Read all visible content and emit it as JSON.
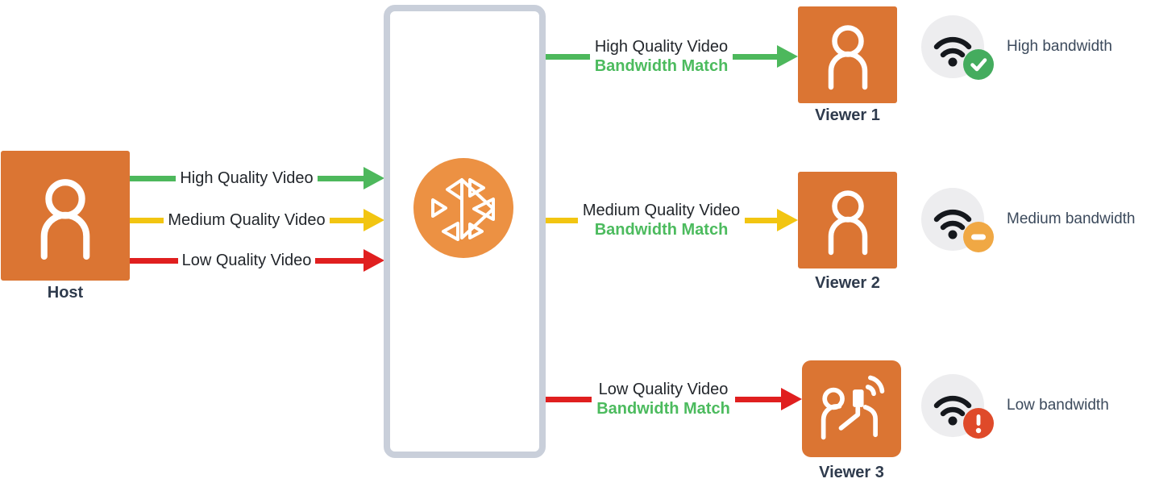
{
  "diagram": {
    "host": {
      "label": "Host"
    },
    "ingest": [
      {
        "label": "High Quality Video"
      },
      {
        "label": "Medium Quality Video"
      },
      {
        "label": "Low Quality Video"
      }
    ],
    "egress": [
      {
        "quality": "High Quality Video",
        "match": "Bandwidth Match"
      },
      {
        "quality": "Medium Quality Video",
        "match": "Bandwidth Match"
      },
      {
        "quality": "Low Quality Video",
        "match": "Bandwidth Match"
      }
    ],
    "viewers": [
      {
        "label": "Viewer 1",
        "bandwidth": "High bandwidth",
        "status": "check"
      },
      {
        "label": "Viewer 2",
        "bandwidth": "Medium bandwidth",
        "status": "minus"
      },
      {
        "label": "Viewer 3",
        "bandwidth": "Low bandwidth",
        "status": "alert"
      }
    ],
    "colors": {
      "node_orange": "#DB7533",
      "service_icon_orange": "#EC9143",
      "service_border_gray": "#C9CFDA",
      "high_green": "#4DB85C",
      "medium_yellow": "#F2C511",
      "low_red": "#E01F1F",
      "match_text_green": "#4CBB5E",
      "badge_green": "#44AC5E",
      "badge_amber": "#F0A844",
      "badge_red": "#DF4A2A",
      "wifi_circle_bg": "#EDEDEF"
    }
  }
}
